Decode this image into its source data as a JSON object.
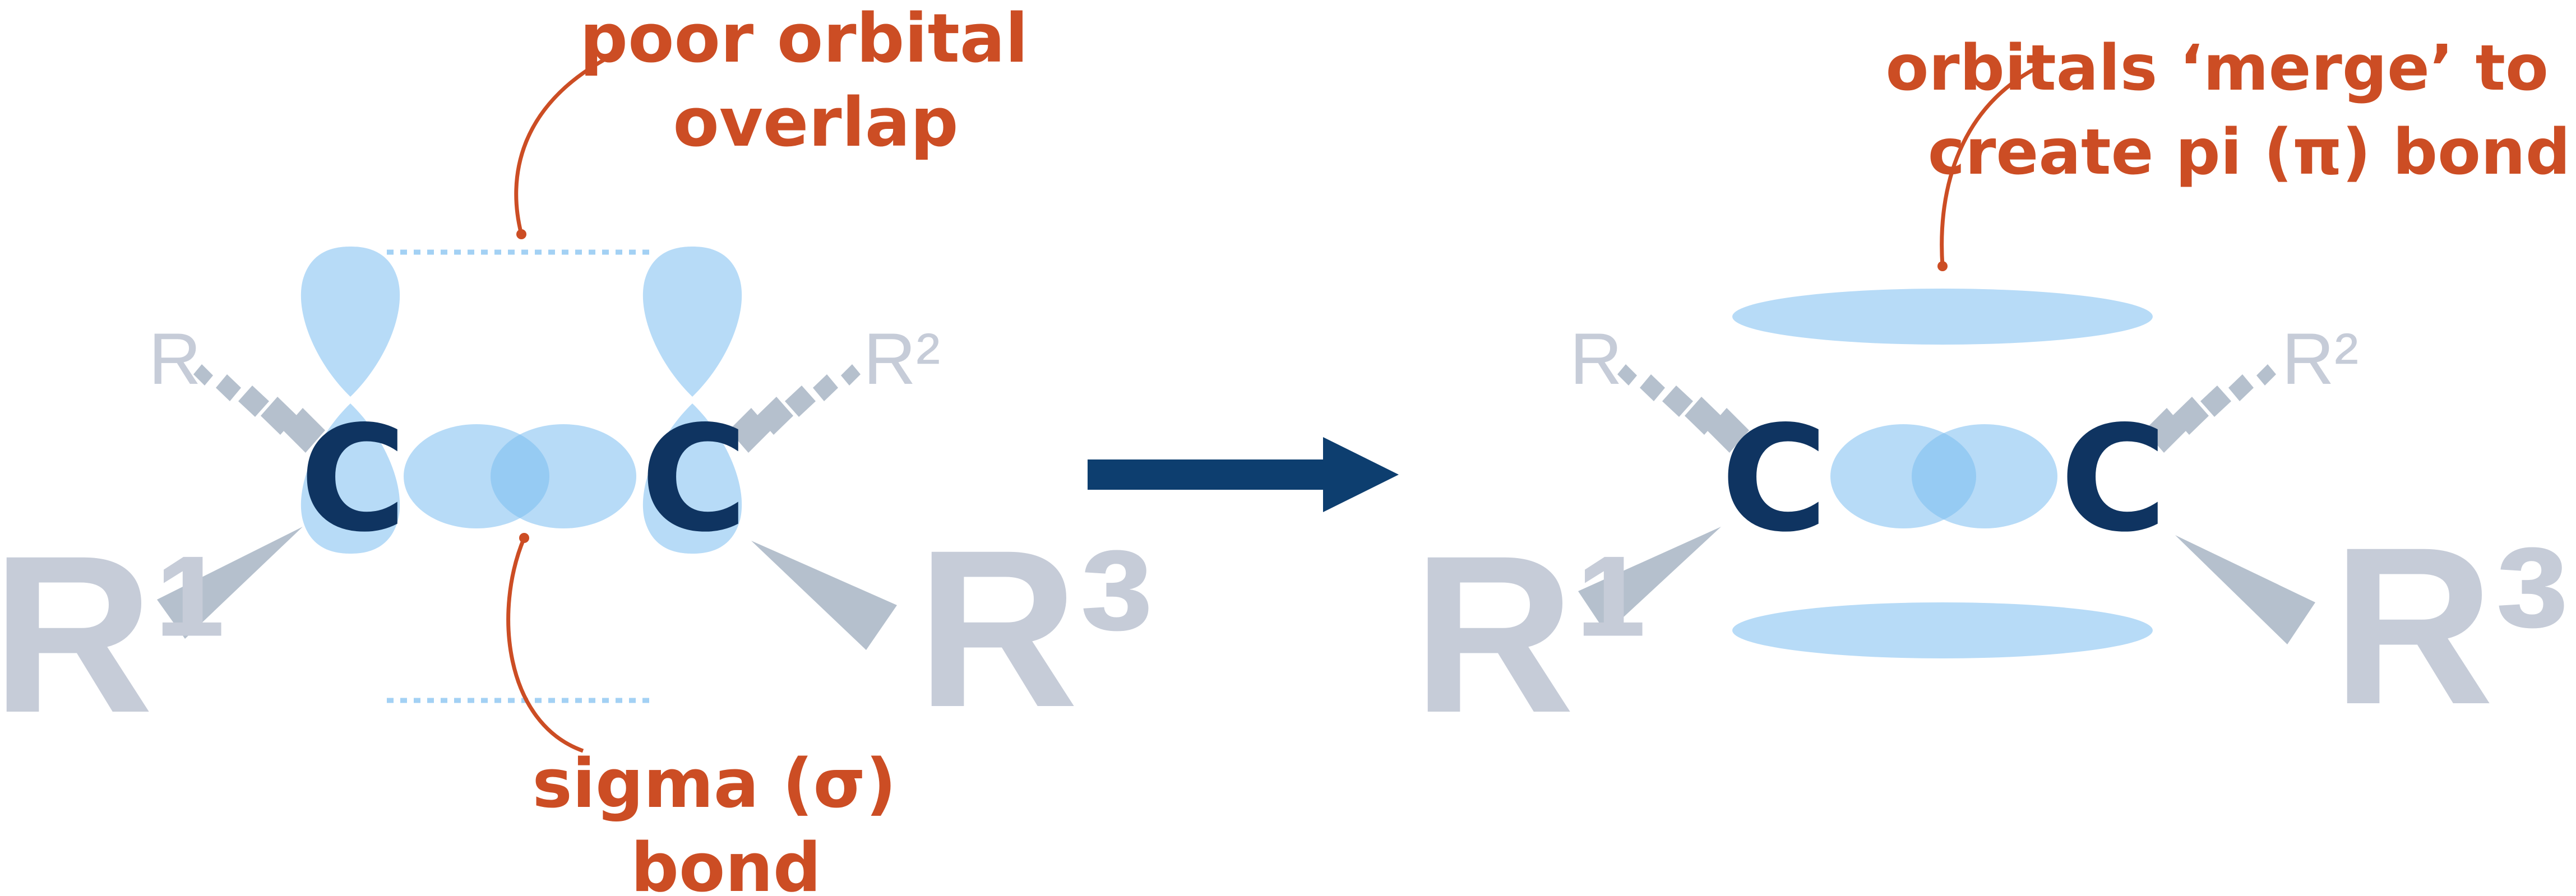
{
  "colors": {
    "orbital": "#7cbdf0",
    "atom": "#0f3461",
    "substituent": "#c6ccd8",
    "wedge": "#b5c0cd",
    "annotation": "#cc4d24",
    "arrow": "#0d3e6f",
    "background": "#ffffff"
  },
  "left": {
    "atom_left": "C",
    "atom_right": "C",
    "r_top_left": "R",
    "r_top_right": "R²",
    "r_bottom_left": "R¹",
    "r_bottom_right": "R³",
    "note_top": [
      "poor orbital",
      "overlap"
    ],
    "note_bottom": [
      "sigma (σ)",
      "bond"
    ]
  },
  "right": {
    "atom_left": "C",
    "atom_right": "C",
    "r_top_left": "R",
    "r_top_right": "R²",
    "r_bottom_left": "R¹",
    "r_bottom_right": "R³",
    "note_top": [
      "orbitals ‘merge’ to",
      "create pi (π) bond"
    ]
  }
}
